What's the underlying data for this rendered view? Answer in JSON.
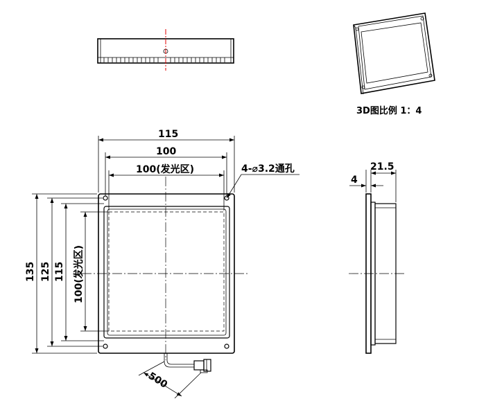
{
  "labels": {
    "view3d": "3D图比例 1：4",
    "dim_top_115": "115",
    "dim_top_100": "100",
    "dim_top_emit": "100(发光区)",
    "hole_note": "4-⌀3.2通孔",
    "dim_left_135": "135",
    "dim_left_125": "125",
    "dim_left_115": "115",
    "dim_left_emit": "100(发光区)",
    "cable_len": "500",
    "side_21_5": "21.5",
    "side_4": "4"
  }
}
